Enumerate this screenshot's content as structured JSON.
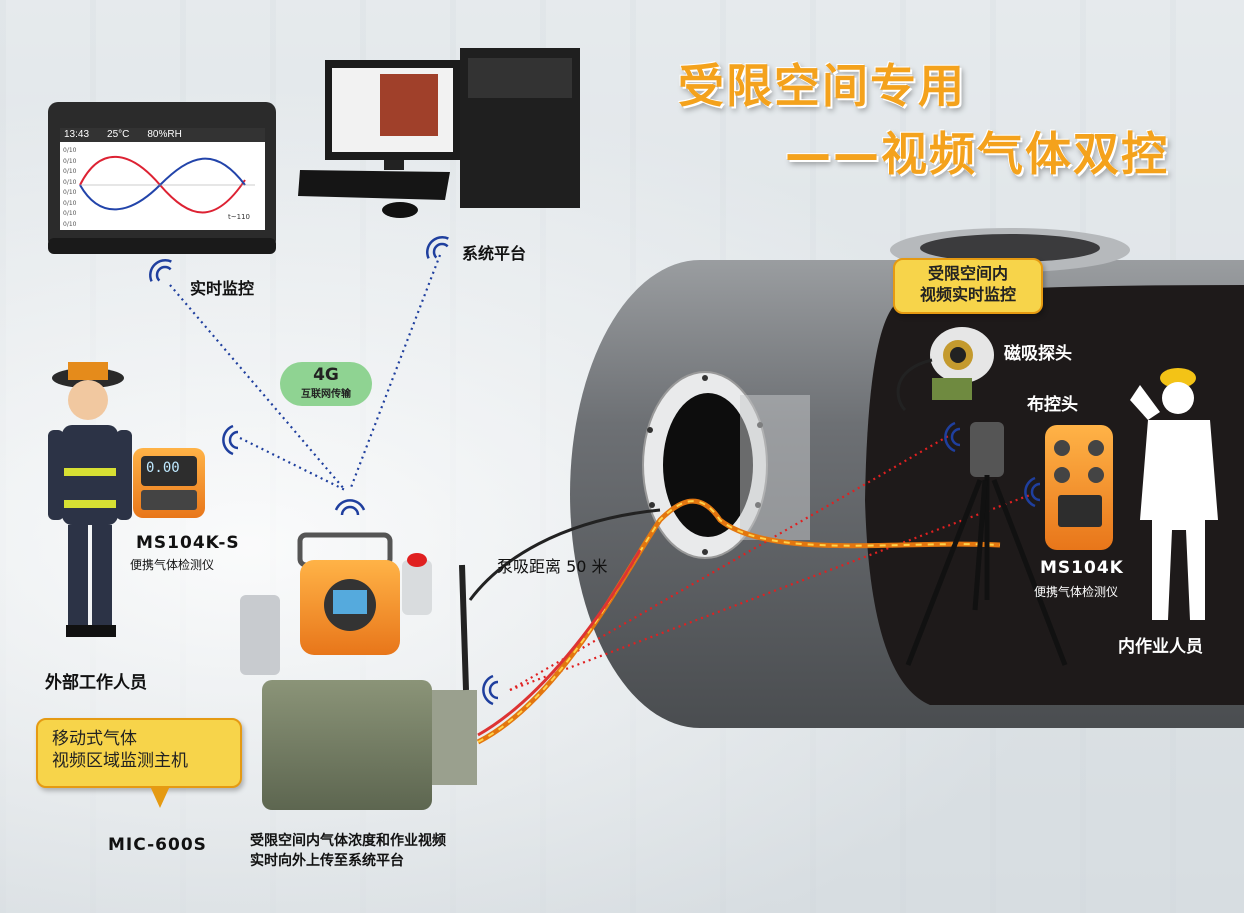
{
  "title": {
    "line1": "受限空间专用",
    "line2": "——视频气体双控"
  },
  "tablet": {
    "time": "13:43",
    "temp": "25°C",
    "humidity": "80%RH",
    "axis_label": "t~110",
    "y_ticks": [
      "0/10",
      "0/10",
      "0/10",
      "0/10",
      "0/10",
      "0/10",
      "0/10",
      "0/10"
    ]
  },
  "labels": {
    "realtime_monitor": "实时监控",
    "system_platform": "系统平台",
    "network_4g": "4G",
    "network_sub": "互联网传输",
    "outside_worker": "外部工作人员",
    "pump_distance": "泵吸距离 50 米",
    "magnetic_probe": "磁吸探头",
    "control_head": "布控头",
    "inside_worker": "内作业人员",
    "upload_note_line1": "受限空间内气体浓度和作业视频",
    "upload_note_line2": "实时向外上传至系统平台"
  },
  "devices": {
    "portable_left": {
      "model": "MS104K-S",
      "desc": "便携气体检测仪",
      "screen": "0.00"
    },
    "portable_right": {
      "model": "MS104K",
      "desc": "便携气体检测仪"
    },
    "host": {
      "model": "MIC-600S"
    }
  },
  "bubbles": {
    "camera": {
      "line1": "受限空间内",
      "line2": "视频实时监控"
    },
    "host": {
      "line1": "移动式气体",
      "line2": "视频区域监测主机"
    }
  },
  "colors": {
    "accent": "#f4a21c",
    "bubble": "#f7d44a",
    "signal": "#1f3f9e",
    "laser": "#e02020"
  }
}
